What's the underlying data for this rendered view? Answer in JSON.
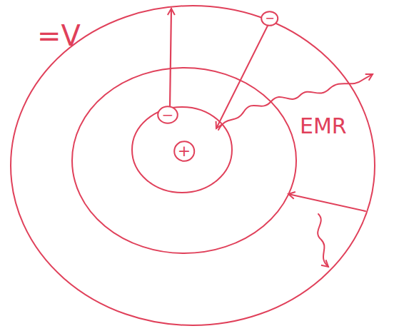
{
  "diagram": {
    "nodes": [
      {
        "text": [
          "+"
        ]
      },
      {
        "text": [
          "−"
        ]
      },
      {
        "text": [
          "−"
        ]
      }
    ],
    "labels": [
      "=V",
      "EMR"
    ]
  }
}
